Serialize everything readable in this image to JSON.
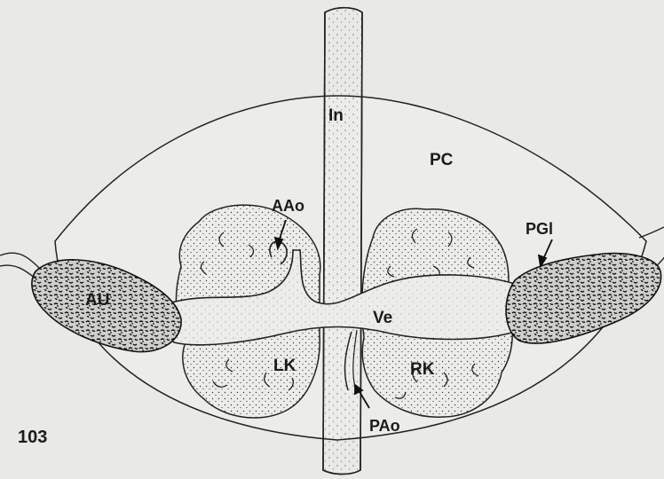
{
  "figure": {
    "number": "103",
    "labels": {
      "intestine": "In",
      "pericardial_cavity": "PC",
      "anterior_aorta": "AAo",
      "pericardial_gland": "PGl",
      "auricle": "AU",
      "ventricle": "Ve",
      "left_kidney": "LK",
      "right_kidney": "RK",
      "posterior_aorta": "PAo"
    }
  },
  "colors": {
    "paper": "#e9e9e6",
    "ink": "#1b1b1b",
    "stipple": "#3a3a3a"
  }
}
